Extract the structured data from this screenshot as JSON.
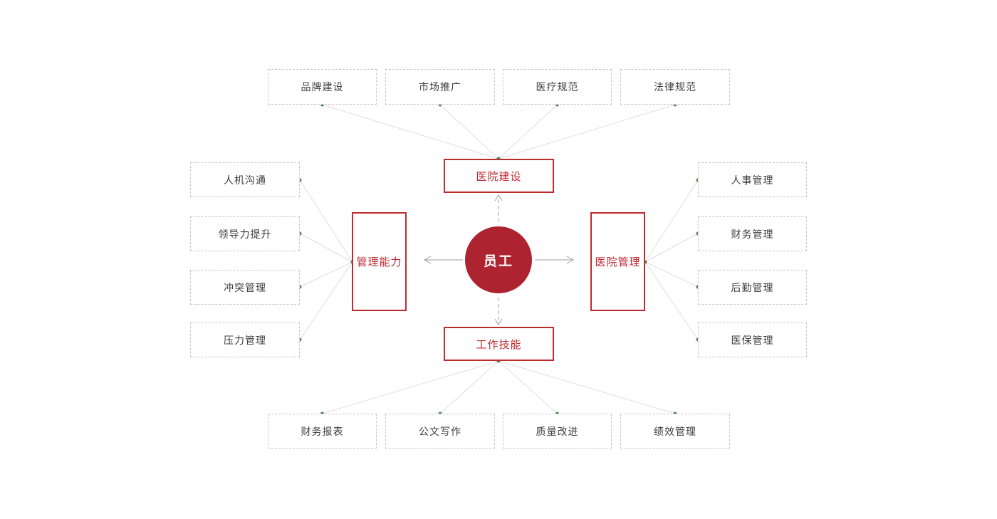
{
  "diagram": {
    "center": {
      "label": "员工"
    },
    "branches": [
      {
        "label": "医院建设",
        "position": "top",
        "children": [
          "品牌建设",
          "市场推广",
          "医疗规范",
          "法律规范"
        ]
      },
      {
        "label": "管理能力",
        "position": "left",
        "children": [
          "人机沟通",
          "领导力提升",
          "冲突管理",
          "压力管理"
        ]
      },
      {
        "label": "医院管理",
        "position": "right",
        "children": [
          "人事管理",
          "财务管理",
          "后勤管理",
          "医保管理"
        ]
      },
      {
        "label": "工作技能",
        "position": "bottom",
        "children": [
          "财务报表",
          "公文写作",
          "质量改进",
          "绩效管理"
        ]
      }
    ],
    "colors": {
      "center_fill_red": "#ad2430",
      "branch_border_red": "#bf2a30",
      "dashed_border_gray": "#c6c6c6",
      "child_text_dark": "#3d3d3d",
      "connector_line_gray": "#dedede",
      "arrow_gray": "#9c9c9c",
      "connection_dot_green": "#4e8b4e"
    }
  }
}
